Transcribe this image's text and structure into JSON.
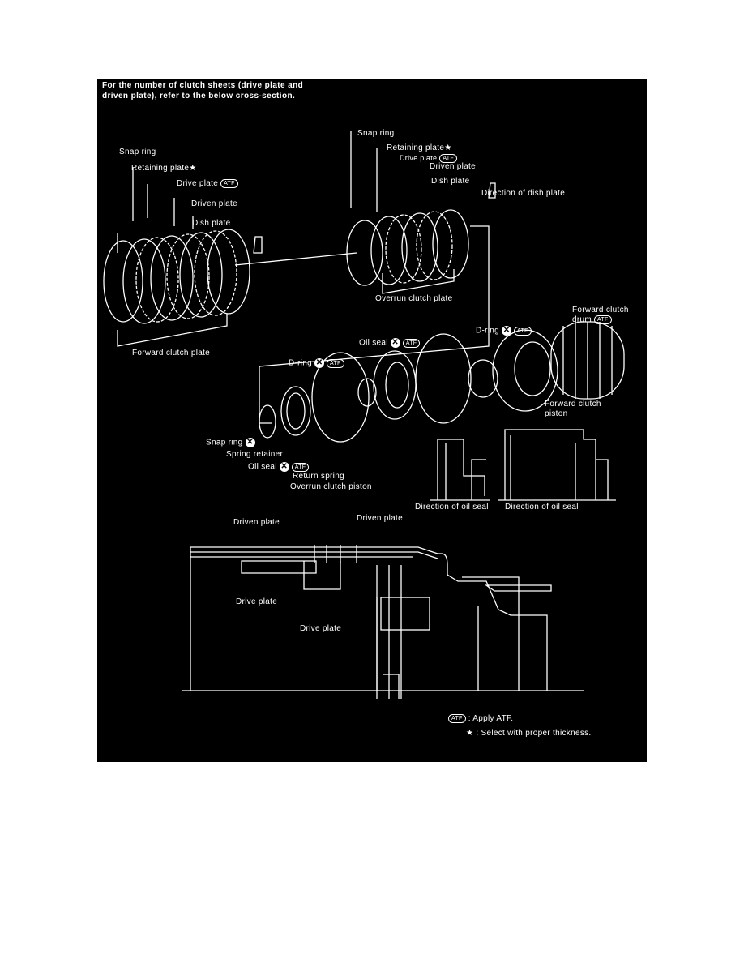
{
  "header": {
    "line1": "For the number of clutch sheets (drive plate and",
    "line2": "driven plate), refer to the below cross-section."
  },
  "symbols": {
    "atf": "ATF",
    "star": "★",
    "no_reuse": "✕"
  },
  "left_group": {
    "snap_ring": "Snap ring",
    "retaining_plate": "Retaining plate",
    "drive_plate": "Drive plate",
    "driven_plate": "Driven plate",
    "dish_plate": "Dish plate",
    "forward_clutch_plate": "Forward clutch plate"
  },
  "right_group": {
    "snap_ring": "Snap ring",
    "retaining_plate": "Retaining plate",
    "drive_plate": "Drive plate",
    "driven_plate": "Driven plate",
    "dish_plate": "Dish plate",
    "direction_dish": "Direction of dish plate",
    "overrun_clutch_plate": "Overrun clutch plate"
  },
  "middle": {
    "oil_seal_top": "Oil seal",
    "d_ring_right": "D-ring",
    "forward_clutch_drum_1": "Forward clutch",
    "forward_clutch_drum_2": "drum",
    "d_ring_left": "D-ring",
    "forward_clutch_piston_1": "Forward clutch",
    "forward_clutch_piston_2": "piston",
    "snap_ring": "Snap ring",
    "spring_retainer": "Spring retainer",
    "oil_seal": "Oil seal",
    "return_spring": "Return spring",
    "overrun_clutch_piston": "Overrun clutch piston",
    "direction_oil_seal_1": "Direction of oil seal",
    "direction_oil_seal_2": "Direction of oil seal"
  },
  "section": {
    "driven_plate_1": "Driven plate",
    "driven_plate_2": "Driven plate",
    "drive_plate_1": "Drive plate",
    "drive_plate_2": "Drive plate"
  },
  "legend": {
    "atf_text": ": Apply ATF.",
    "star_text": ": Select with proper thickness."
  }
}
